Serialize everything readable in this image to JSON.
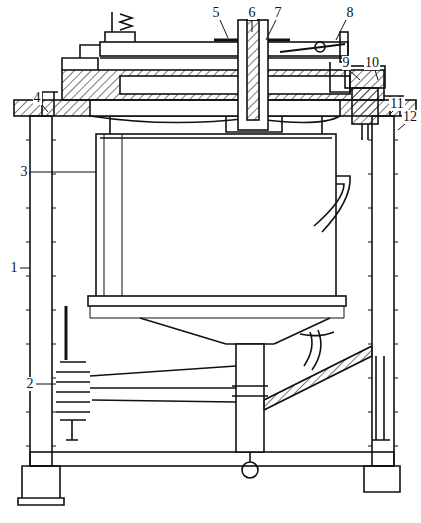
{
  "diagram": {
    "labels": [
      "5",
      "6",
      "7",
      "8",
      "9",
      "10",
      "4",
      "11",
      "12",
      "1",
      "3",
      "2"
    ]
  }
}
